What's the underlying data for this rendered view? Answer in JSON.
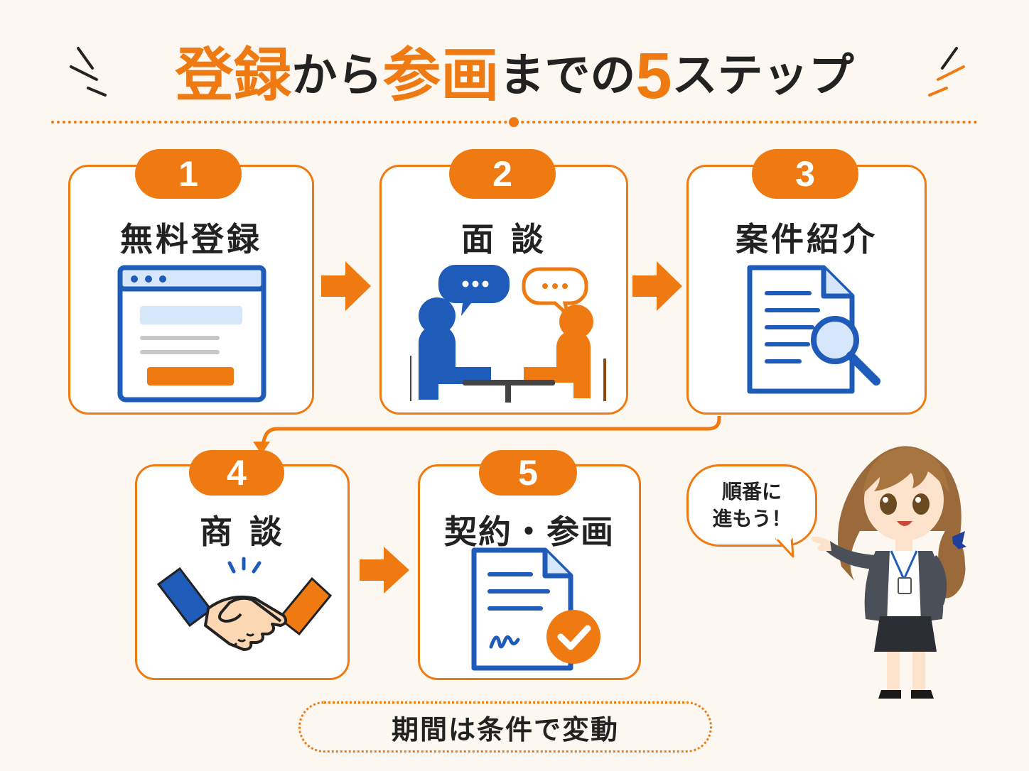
{
  "title": {
    "part1": "登録",
    "part2": "から",
    "part3": "参画",
    "part4": "までの",
    "part5": "5",
    "part6": "ステップ"
  },
  "steps": [
    {
      "number": "1",
      "label": "無料登録",
      "icon": "browser-form-icon"
    },
    {
      "number": "2",
      "label": "面 談",
      "icon": "interview-icon"
    },
    {
      "number": "3",
      "label": "案件紹介",
      "icon": "document-search-icon"
    },
    {
      "number": "4",
      "label": "商 談",
      "icon": "handshake-icon"
    },
    {
      "number": "5",
      "label": "契約・参画",
      "icon": "contract-check-icon"
    }
  ],
  "speech_bubble": "順番に\n進もう！",
  "note": "期間は条件で変動",
  "colors": {
    "accent": "#f07a12",
    "blue": "#1f5bb8",
    "light_blue": "#d6e6fb",
    "background": "#fdf7f1"
  }
}
